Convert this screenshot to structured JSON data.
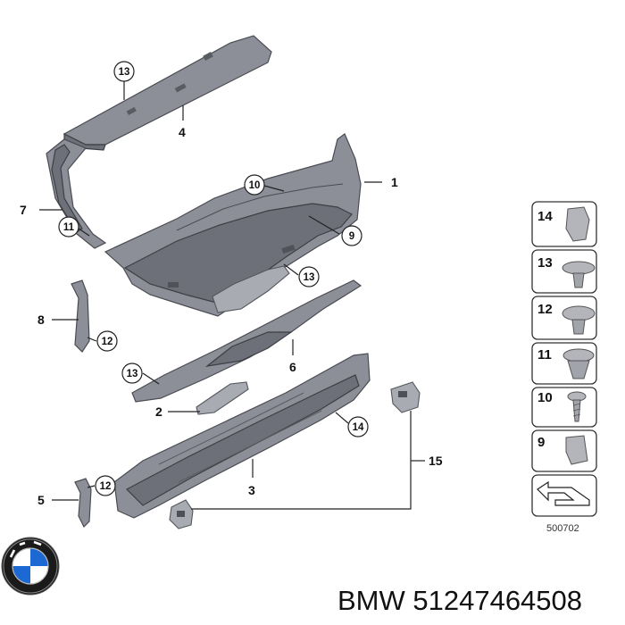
{
  "callouts": [
    {
      "number": "1"
    },
    {
      "number": "2"
    },
    {
      "number": "3"
    },
    {
      "number": "4"
    },
    {
      "number": "5"
    },
    {
      "number": "6"
    },
    {
      "number": "7"
    },
    {
      "number": "8"
    },
    {
      "number": "15"
    }
  ],
  "circled_callouts": [
    {
      "number": "13"
    },
    {
      "number": "10"
    },
    {
      "number": "11"
    },
    {
      "number": "9"
    },
    {
      "number": "13"
    },
    {
      "number": "12"
    },
    {
      "number": "13"
    },
    {
      "number": "14"
    },
    {
      "number": "12"
    }
  ],
  "side_legend": [
    {
      "number": "14"
    },
    {
      "number": "13"
    },
    {
      "number": "12"
    },
    {
      "number": "11"
    },
    {
      "number": "10"
    },
    {
      "number": "9"
    }
  ],
  "diagram_code": "500702",
  "caption": "BMW 51247464508",
  "logo": {
    "name": "bmw-roundel",
    "colors": {
      "blue": "#1c69d4",
      "ring": "#1a1a1a",
      "white": "#ffffff"
    }
  }
}
